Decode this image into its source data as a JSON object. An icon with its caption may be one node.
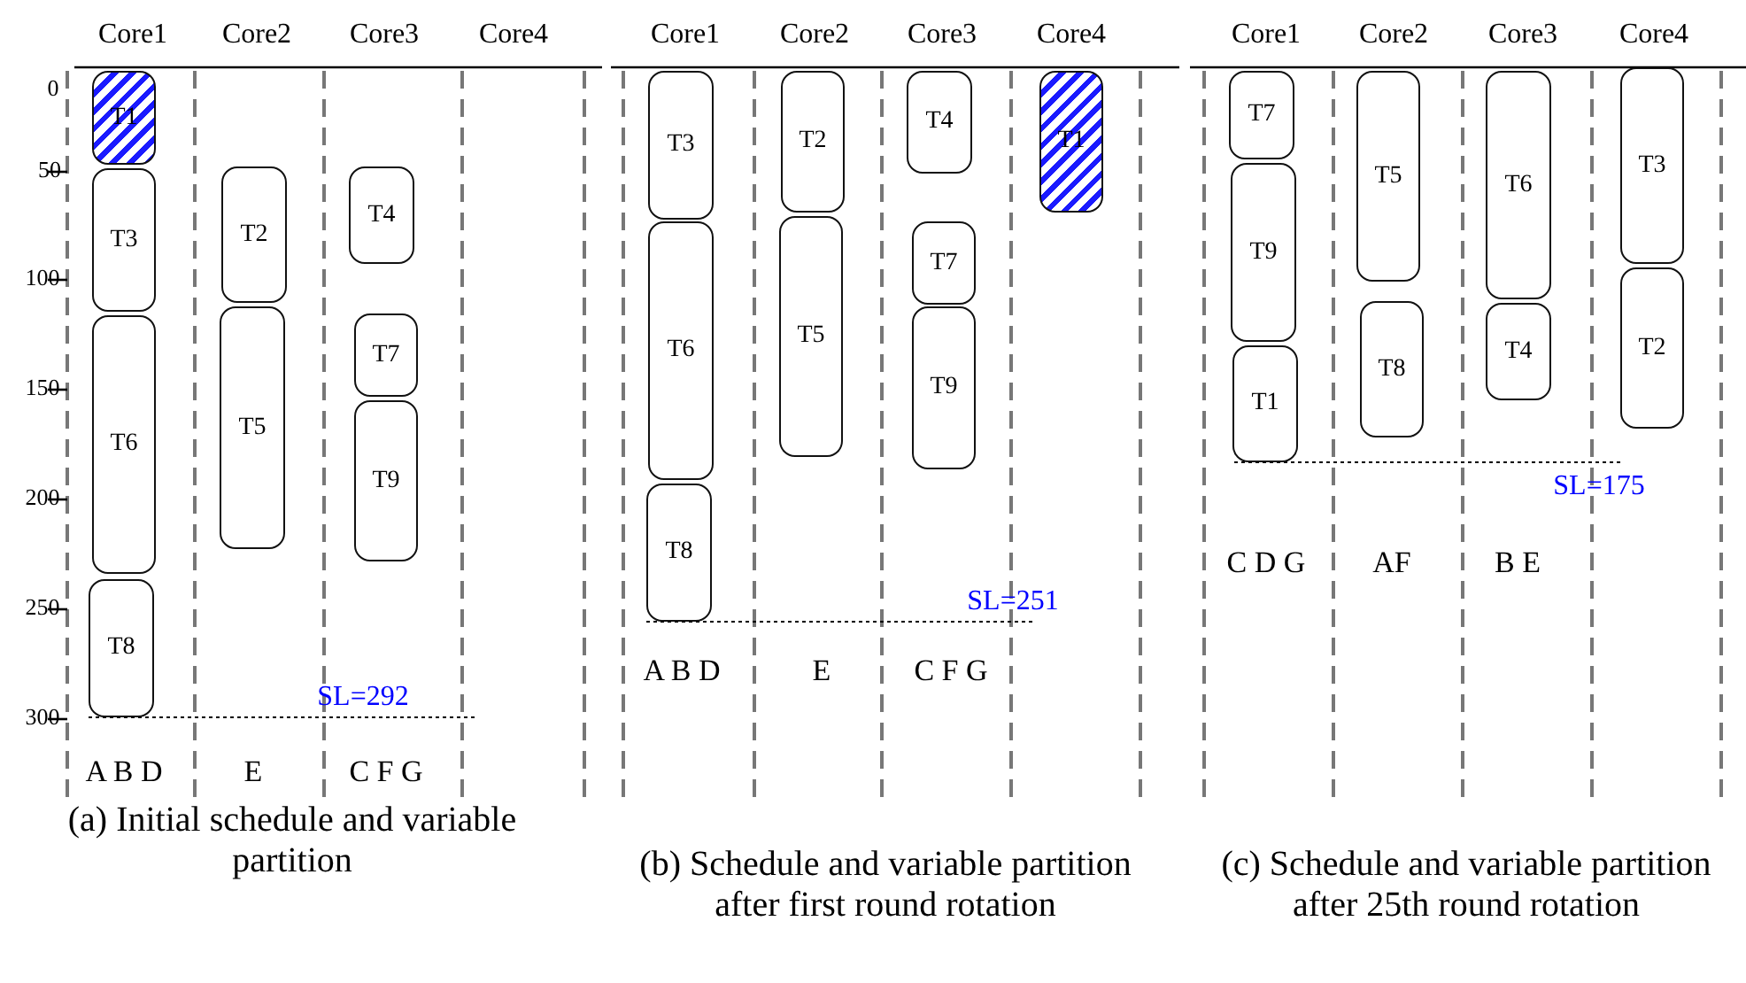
{
  "diagram": {
    "nodes": [
      {
        "text": [
          "T1"
        ]
      },
      {
        "text": [
          "T3"
        ]
      },
      {
        "text": [
          "T6"
        ]
      },
      {
        "text": [
          "T8"
        ]
      },
      {
        "text": [
          "T2"
        ]
      },
      {
        "text": [
          "T5"
        ]
      },
      {
        "text": [
          "T4"
        ]
      },
      {
        "text": [
          "T7"
        ]
      },
      {
        "text": [
          "T9"
        ]
      },
      {
        "text": [
          "T3"
        ]
      },
      {
        "text": [
          "T6"
        ]
      },
      {
        "text": [
          "T8"
        ]
      },
      {
        "text": [
          "T2"
        ]
      },
      {
        "text": [
          "T5"
        ]
      },
      {
        "text": [
          "T4"
        ]
      },
      {
        "text": [
          "T7"
        ]
      },
      {
        "text": [
          "T9"
        ]
      },
      {
        "text": [
          "T1"
        ]
      },
      {
        "text": [
          "T7"
        ]
      },
      {
        "text": [
          "T9"
        ]
      },
      {
        "text": [
          "T1"
        ]
      },
      {
        "text": [
          "T5"
        ]
      },
      {
        "text": [
          "T8"
        ]
      },
      {
        "text": [
          "T6"
        ]
      },
      {
        "text": [
          "T4"
        ]
      },
      {
        "text": [
          "T3"
        ]
      },
      {
        "text": [
          "T2"
        ]
      }
    ],
    "labels": [
      "Core1",
      "Core2",
      "Core3",
      "Core4",
      "0",
      "50",
      "100",
      "150",
      "200",
      "250",
      "300",
      "A B D",
      "E",
      "C F G",
      "SL=292",
      "(a) Initial schedule and variable partition",
      "Core1",
      "Core2",
      "Core3",
      "Core4",
      "A B D",
      "E",
      "C F G",
      "SL=251",
      "(b) Schedule and variable partition after first round rotation",
      "Core1",
      "Core2",
      "Core3",
      "Core4",
      "C D G",
      "AF",
      "B E",
      "SL=175",
      "(c) Schedule and variable partition after 25th round rotation"
    ]
  }
}
